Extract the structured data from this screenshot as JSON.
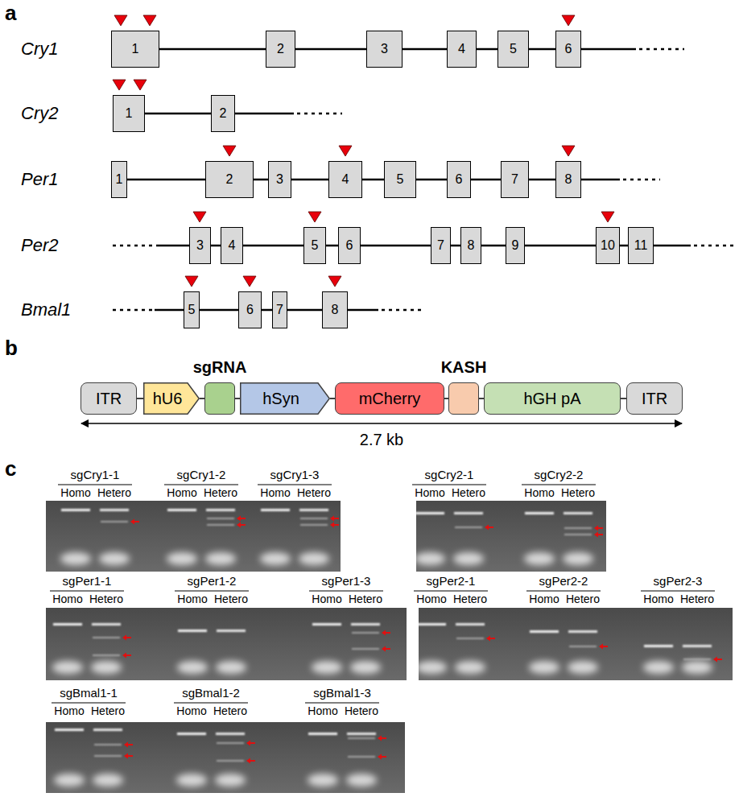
{
  "diagram": {
    "nodes": [
      {
        "text": [
          "1"
        ]
      },
      {
        "text": [
          "2"
        ]
      },
      {
        "text": [
          "3"
        ]
      },
      {
        "text": [
          "4"
        ]
      },
      {
        "text": [
          "5"
        ]
      },
      {
        "text": [
          "6"
        ]
      },
      {
        "text": [
          "1"
        ]
      },
      {
        "text": [
          "2"
        ]
      },
      {
        "text": [
          "1"
        ]
      },
      {
        "text": [
          "2"
        ]
      },
      {
        "text": [
          "3"
        ]
      },
      {
        "text": [
          "4"
        ]
      },
      {
        "text": [
          "5"
        ]
      },
      {
        "text": [
          "6"
        ]
      },
      {
        "text": [
          "7"
        ]
      },
      {
        "text": [
          "8"
        ]
      },
      {
        "text": [
          "3"
        ]
      },
      {
        "text": [
          "4"
        ]
      },
      {
        "text": [
          "5"
        ]
      },
      {
        "text": [
          "6"
        ]
      },
      {
        "text": [
          "7"
        ]
      },
      {
        "text": [
          "8"
        ]
      },
      {
        "text": [
          "9"
        ]
      },
      {
        "text": [
          "10"
        ]
      },
      {
        "text": [
          "11"
        ]
      },
      {
        "text": [
          "5"
        ]
      },
      {
        "text": [
          "6"
        ]
      },
      {
        "text": [
          "7"
        ]
      },
      {
        "text": [
          "8"
        ]
      },
      {
        "text": [
          "ITR"
        ]
      },
      {
        "text": [
          "hU6"
        ]
      },
      {
        "text": [
          "sgRNA"
        ]
      },
      {
        "text": [
          "hSyn"
        ]
      },
      {
        "text": [
          "mCherry"
        ]
      },
      {
        "text": [
          "KASH"
        ]
      },
      {
        "text": [
          "hGH pA"
        ]
      },
      {
        "text": [
          "ITR"
        ]
      }
    ],
    "edges": [
      {
        "from": 0,
        "to": 1,
        "arrow": "none"
      },
      {
        "from": 1,
        "to": 2,
        "arrow": "none"
      },
      {
        "from": 2,
        "to": 3,
        "arrow": "none"
      },
      {
        "from": 3,
        "to": 4,
        "arrow": "none"
      },
      {
        "from": 4,
        "to": 5,
        "arrow": "none"
      },
      {
        "from": 6,
        "to": 7,
        "arrow": "none"
      },
      {
        "from": 8,
        "to": 9,
        "arrow": "none"
      },
      {
        "from": 9,
        "to": 10,
        "arrow": "none"
      },
      {
        "from": 10,
        "to": 11,
        "arrow": "none"
      },
      {
        "from": 11,
        "to": 12,
        "arrow": "none"
      },
      {
        "from": 12,
        "to": 13,
        "arrow": "none"
      },
      {
        "from": 13,
        "to": 14,
        "arrow": "none"
      },
      {
        "from": 14,
        "to": 15,
        "arrow": "none"
      },
      {
        "from": 16,
        "to": 17,
        "arrow": "none"
      },
      {
        "from": 17,
        "to": 18,
        "arrow": "none"
      },
      {
        "from": 18,
        "to": 19,
        "arrow": "none"
      },
      {
        "from": 19,
        "to": 20,
        "arrow": "none"
      },
      {
        "from": 20,
        "to": 21,
        "arrow": "none"
      },
      {
        "from": 21,
        "to": 22,
        "arrow": "none"
      },
      {
        "from": 22,
        "to": 23,
        "arrow": "none"
      },
      {
        "from": 23,
        "to": 24,
        "arrow": "none"
      },
      {
        "from": 25,
        "to": 26,
        "arrow": "none"
      },
      {
        "from": 26,
        "to": 27,
        "arrow": "none"
      },
      {
        "from": 27,
        "to": 28,
        "arrow": "none"
      },
      {
        "from": 29,
        "to": 30,
        "arrow": "none"
      },
      {
        "from": 30,
        "to": 31,
        "arrow": "none"
      },
      {
        "from": 31,
        "to": 32,
        "arrow": "none"
      },
      {
        "from": 32,
        "to": 33,
        "arrow": "none"
      },
      {
        "from": 33,
        "to": 34,
        "arrow": "none"
      },
      {
        "from": 34,
        "to": 35,
        "arrow": "none"
      },
      {
        "from": 35,
        "to": 36,
        "arrow": "none"
      }
    ],
    "labels": [
      "a",
      "Cry1",
      "Cry2",
      "Per1",
      "Per2",
      "Bmal1",
      "b",
      "2.7 kb",
      "c",
      "sgCry1-1",
      "Homo",
      "Hetero",
      "sgCry1-2",
      "Homo",
      "Hetero",
      "sgCry1-3",
      "Homo",
      "Hetero",
      "sgCry2-1",
      "Homo",
      "Hetero",
      "sgCry2-2",
      "Homo",
      "Hetero",
      "sgPer1-1",
      "Homo",
      "Hetero",
      "sgPer1-2",
      "Homo",
      "Hetero",
      "sgPer1-3",
      "Homo",
      "Hetero",
      "sgPer2-1",
      "Homo",
      "Hetero",
      "sgPer2-2",
      "Homo",
      "Hetero",
      "sgPer2-3",
      "Homo",
      "Hetero",
      "sgBmal1-1",
      "Homo",
      "Hetero",
      "sgBmal1-2",
      "Homo",
      "Hetero",
      "sgBmal1-3",
      "Homo",
      "Hetero"
    ]
  }
}
